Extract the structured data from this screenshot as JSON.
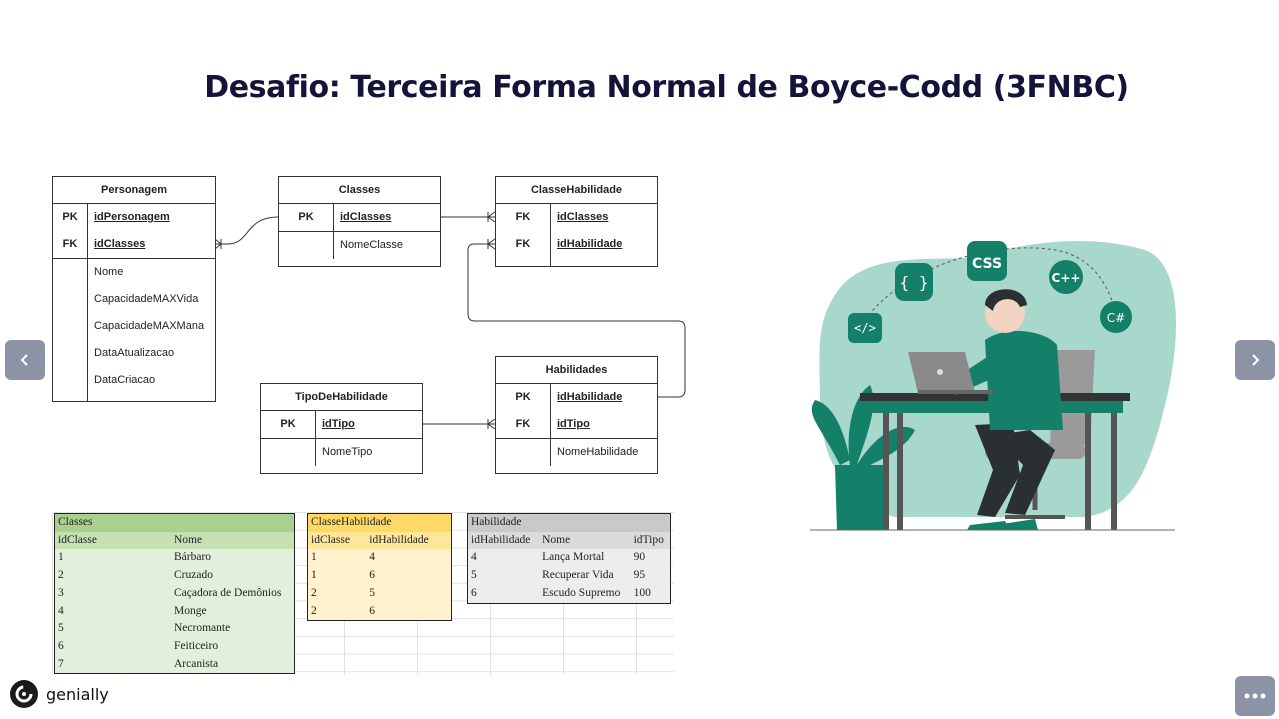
{
  "title": "Desafio:  Terceira Forma Normal de Boyce-Codd (3FNBC)",
  "er": {
    "personagem": {
      "name": "Personagem",
      "keys": [
        {
          "key": "PK",
          "field": "idPersonagem"
        },
        {
          "key": "FK",
          "field": "idClasses"
        }
      ],
      "attrs": [
        "Nome",
        "CapacidadeMAXVida",
        "CapacidadeMAXMana",
        "DataAtualizacao",
        "DataCriacao"
      ]
    },
    "classes": {
      "name": "Classes",
      "keys": [
        {
          "key": "PK",
          "field": "idClasses"
        }
      ],
      "attrs": [
        "NomeClasse"
      ]
    },
    "classeHabilidade": {
      "name": "ClasseHabilidade",
      "keys": [
        {
          "key": "FK",
          "field": "idClasses"
        },
        {
          "key": "FK",
          "field": "idHabilidade"
        }
      ]
    },
    "habilidades": {
      "name": "Habilidades",
      "keys": [
        {
          "key": "PK",
          "field": "idHabilidade"
        },
        {
          "key": "FK",
          "field": "idTipo"
        }
      ],
      "attrs": [
        "NomeHabilidade"
      ]
    },
    "tipoDeHabilidade": {
      "name": "TipoDeHabilidade",
      "keys": [
        {
          "key": "PK",
          "field": "idTipo"
        }
      ],
      "attrs": [
        "NomeTipo"
      ]
    }
  },
  "sheets": {
    "classes": {
      "title": "Classes",
      "headers": [
        "idClasse",
        "Nome"
      ],
      "rows": [
        [
          "1",
          "Bárbaro"
        ],
        [
          "2",
          "Cruzado"
        ],
        [
          "3",
          "Caçadora de Demônios"
        ],
        [
          "4",
          "Monge"
        ],
        [
          "5",
          "Necromante"
        ],
        [
          "6",
          "Feiticeiro"
        ],
        [
          "7",
          "Arcanista"
        ]
      ]
    },
    "classeHabilidade": {
      "title": "ClasseHabilidade",
      "headers": [
        "idClasse",
        "idHabilidade"
      ],
      "rows": [
        [
          "1",
          "4"
        ],
        [
          "1",
          "6"
        ],
        [
          "2",
          "5"
        ],
        [
          "2",
          "6"
        ]
      ]
    },
    "habilidade": {
      "title": "Habilidade",
      "headers": [
        "idHabilidade",
        "Nome",
        "idTipo"
      ],
      "rows": [
        [
          "4",
          "Lança Mortal",
          "90"
        ],
        [
          "5",
          "Recuperar Vida",
          "95"
        ],
        [
          "6",
          "Escudo Supremo",
          "100"
        ]
      ]
    }
  },
  "illustration": {
    "badges": [
      "</>",
      "{ }",
      "CSS",
      "C++",
      "C#"
    ],
    "colors": {
      "accent": "#0f7a5e",
      "blob": "#a8d8cc",
      "badge": "#15806a"
    }
  },
  "logo": {
    "text": "genially"
  },
  "nav": {
    "prev_icon": "chevron-left-icon",
    "next_icon": "chevron-right-icon",
    "more_icon": "more-icon"
  }
}
